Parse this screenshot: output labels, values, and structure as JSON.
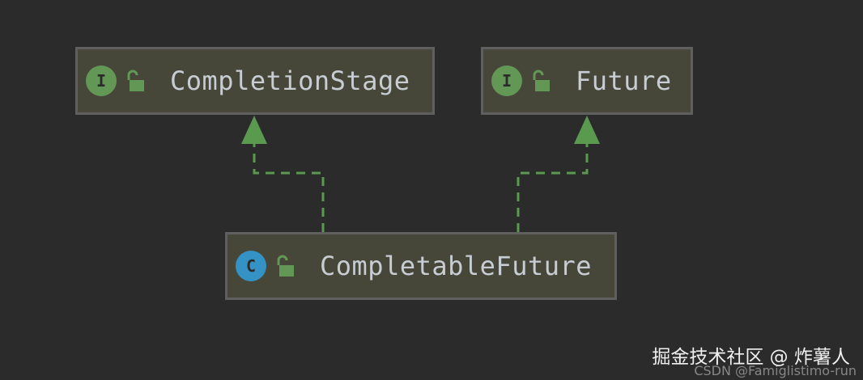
{
  "diagram": {
    "nodes": {
      "completion_stage": {
        "kind": "I",
        "label": "CompletionStage"
      },
      "future": {
        "kind": "I",
        "label": "Future"
      },
      "completable_future": {
        "kind": "C",
        "label": "CompletableFuture"
      }
    },
    "edges": [
      {
        "from": "CompletableFuture",
        "to": "CompletionStage",
        "type": "implements"
      },
      {
        "from": "CompletableFuture",
        "to": "Future",
        "type": "implements"
      }
    ],
    "colors": {
      "background": "#2b2b2b",
      "node_fill": "#474739",
      "node_border": "#5f5f5f",
      "node_text": "#c7cdd3",
      "edge": "#5a9a4f",
      "interface_badge": "#629755",
      "class_badge": "#3592c4",
      "lock_icon": "#629755"
    }
  },
  "watermark": {
    "main": "掘金技术社区 @ 炸薯人",
    "sub": "CSDN @Famiglistimo-run"
  }
}
